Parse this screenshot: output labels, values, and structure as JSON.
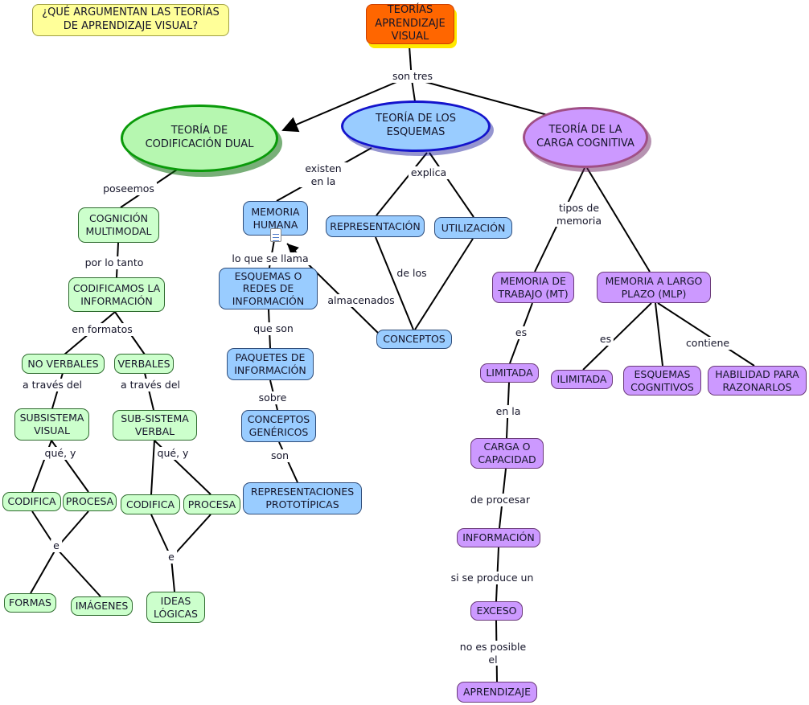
{
  "question_box": "¿QUÉ ARGUMENTAN LAS TEORÍAS DE APRENDIZAJE VISUAL?",
  "root": "TEORÍAS APRENDIZAJE VISUAL",
  "theories": {
    "dual": "TEORÍA DE CODIFICACIÓN DUAL",
    "esquemas": "TEORÍA DE LOS ESQUEMAS",
    "carga": "TEORÍA DE LA CARGA COGNITIVA"
  },
  "nodes": {
    "cognicion_multimodal": "COGNICIÓN MULTIMODAL",
    "codificamos_informacion": "CODIFICAMOS LA INFORMACIÓN",
    "no_verbales": "NO VERBALES",
    "verbales": "VERBALES",
    "subsistema_visual": "SUBSISTEMA VISUAL",
    "subsistema_verbal": "SUB-SISTEMA VERBAL",
    "codifica": "CODIFICA",
    "procesa": "PROCESA",
    "formas": "FORMAS",
    "imagenes": "IMÁGENES",
    "ideas_logicas": "IDEAS LÓGICAS",
    "memoria_humana": "MEMORIA HUMANA",
    "esquemas_redes": "ESQUEMAS O REDES DE INFORMACIÓN",
    "representacion": "REPRESENTACIÓN",
    "utilizacion": "UTILIZACIÓN",
    "conceptos": "CONCEPTOS",
    "paquetes_informacion": "PAQUETES DE INFORMACIÓN",
    "conceptos_genericos": "CONCEPTOS GENÉRICOS",
    "representaciones_prototipicas": "REPRESENTACIONES PROTOTÍPICAS",
    "memoria_trabajo": "MEMORIA DE TRABAJO (MT)",
    "memoria_largo_plazo": "MEMORIA A LARGO PLAZO (MLP)",
    "limitada": "LIMITADA",
    "ilimitada": "ILIMITADA",
    "esquemas_cognitivos": "ESQUEMAS COGNITIVOS",
    "habilidad_razonarlos": "HABILIDAD PARA RAZONARLOS",
    "carga_capacidad": "CARGA O CAPACIDAD",
    "informacion": "INFORMACIÓN",
    "exceso": "EXCESO",
    "aprendizaje": "APRENDIZAJE"
  },
  "labels": {
    "son_tres": "son tres",
    "poseemos": "poseemos",
    "por_lo_tanto": "por lo tanto",
    "en_formatos": "en formatos",
    "a_traves_del": "a través del",
    "que_y": "qué, y",
    "e": "e",
    "existen_en_la": "existen en la",
    "explica": "explica",
    "lo_que_se_llama": "lo que se llama",
    "de_los": "de los",
    "almacenados": "almacenados",
    "que_son": "que son",
    "sobre": "sobre",
    "son": "son",
    "tipos_de_memoria": "tipos de memoria",
    "es": "es",
    "contiene": "contiene",
    "en_la": "en la",
    "de_procesar": "de procesar",
    "si_se_produce_un": "si se produce un",
    "no_es_posible_el": "no es posible el"
  },
  "colors": {
    "green_node": "#ccffcc",
    "blue_node": "#99ccff",
    "purple_node": "#cc99ff",
    "root_orange": "#ff6600",
    "question_yellow": "#ffff99"
  },
  "icons": {
    "memoria_humana_resource": "document-resource-icon"
  }
}
